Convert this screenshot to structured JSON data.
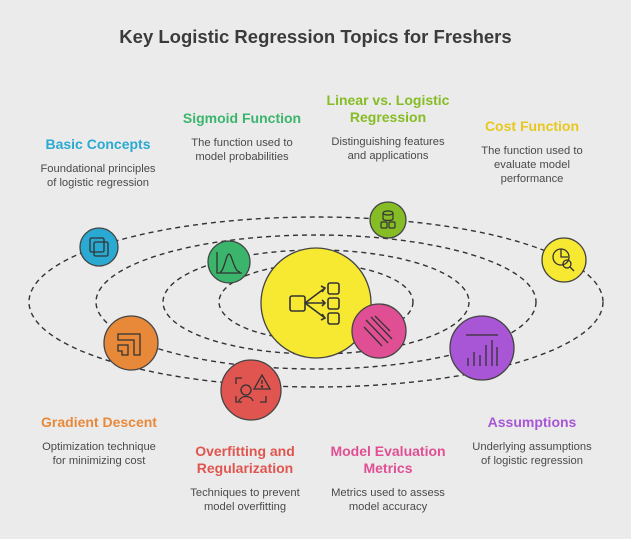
{
  "title": "Key Logistic Regression Topics for Freshers",
  "topics": [
    {
      "key": "basic-concepts",
      "title": "Basic Concepts",
      "description": "Foundational principles\nof logistic regression",
      "color": "#2aa9d2",
      "icon": "copy-squares-icon"
    },
    {
      "key": "sigmoid-function",
      "title": "Sigmoid Function",
      "description": "The function used to\nmodel probabilities",
      "color": "#3bb56c",
      "icon": "sigmoid-curve-icon"
    },
    {
      "key": "linear-vs-logistic",
      "title": "Linear vs. Logistic\nRegression",
      "description": "Distinguishing features\nand applications",
      "color": "#86bc25",
      "icon": "database-blocks-icon"
    },
    {
      "key": "cost-function",
      "title": "Cost Function",
      "description": "The function used to\nevaluate model\nperformance",
      "color": "#e8c81e",
      "icon": "pie-chart-search-icon"
    },
    {
      "key": "gradient-descent",
      "title": "Gradient Descent",
      "description": "Optimization technique\nfor minimizing cost",
      "color": "#e8893a",
      "icon": "descending-arrow-icon"
    },
    {
      "key": "overfitting-regularization",
      "title": "Overfitting and\nRegularization",
      "description": "Techniques to prevent\nmodel overfitting",
      "color": "#e0554f",
      "icon": "warning-scan-icon"
    },
    {
      "key": "model-evaluation-metrics",
      "title": "Model Evaluation\nMetrics",
      "description": "Metrics used to assess\nmodel accuracy",
      "color": "#e04f94",
      "icon": "meteor-streaks-icon"
    },
    {
      "key": "assumptions",
      "title": "Assumptions",
      "description": "Underlying assumptions\nof logistic regression",
      "color": "#a855d6",
      "icon": "bar-chart-icon"
    }
  ],
  "center": {
    "color": "#f7e832",
    "icon": "flow-network-icon"
  }
}
